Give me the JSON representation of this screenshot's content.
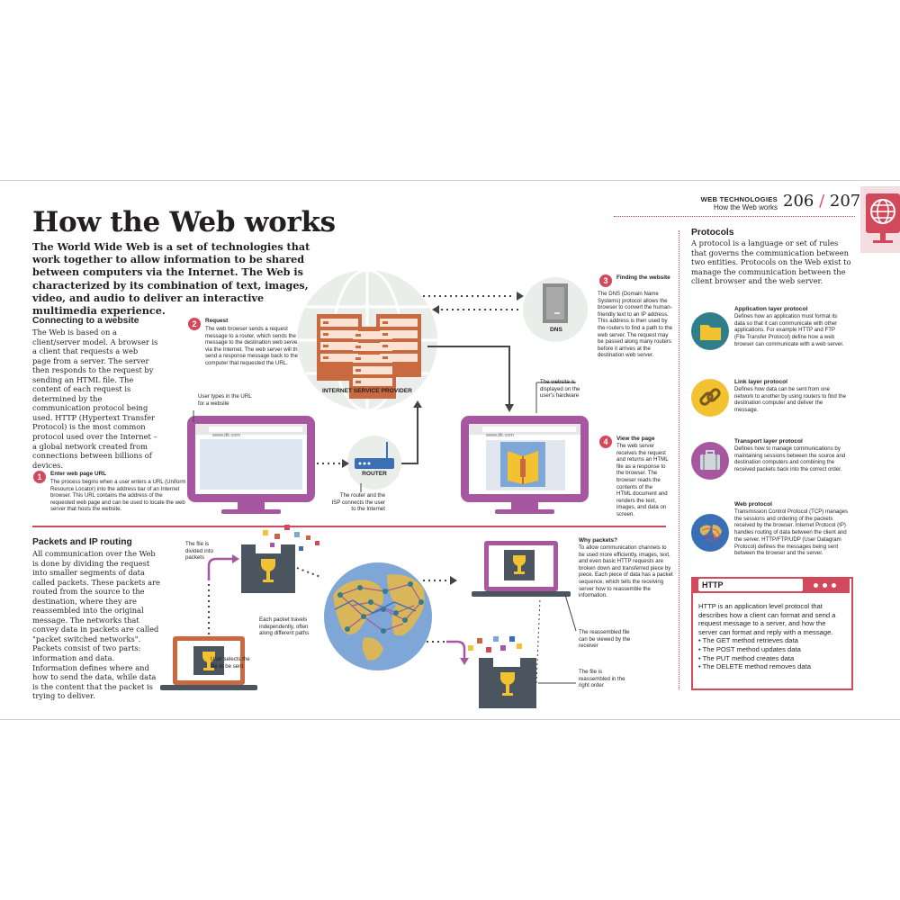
{
  "header": {
    "section": "WEB TECHNOLOGIES",
    "subsection": "How the Web works",
    "page_left": "206",
    "page_sep": "/",
    "page_right": "207"
  },
  "page_title": "How the Web works",
  "intro": "The World Wide Web is a set of technologies that work together to allow information to be shared between computers via the Internet. The Web is characterized by its combination of text, images, video, and audio to deliver an interactive multimedia experience.",
  "connecting": {
    "title": "Connecting to a website",
    "body": "The Web is based on a client/server model. A browser is a client that requests a web page from a server. The server then responds to the request by sending an HTML file. The content of each request is determined by the communication protocol being used. HTTP (Hypertext Transfer Protocol) is the most common protocol used over the Internet – a global network created from connections between billions of devices."
  },
  "steps": [
    {
      "num": "1",
      "title": "Enter web page URL",
      "text": "The process begins when a user enters a URL (Uniform Resource Locator) into the address bar of an Internet browser. This URL contains the address of the requested web page and can be used to locate the web server that hosts the website."
    },
    {
      "num": "2",
      "title": "Request",
      "text": "The web browser sends a request message to a router, which sends the message to the destination web server via the Internet. The web server will then send a response message back to the computer that requested the URL."
    },
    {
      "num": "3",
      "title": "Finding the website",
      "text": "The DNS (Domain Name Systems) protocol allows the browser to convert the human-friendly text to an IP address. This address is then used by the routers to find a path to the web server. The request may be passed along many routers before it arrives at the destination web server."
    },
    {
      "num": "4",
      "title": "View the page",
      "text": "The web server receives the request and returns an HTML file as a response to the browser. The browser reads the contents of the HTML document and renders the text, images, and data on screen."
    }
  ],
  "diagram": {
    "isp_label": "INTERNET SERVICE PROVIDER",
    "dns_label": "DNS",
    "router_label": "ROUTER",
    "url": "www.dk.com",
    "url2": "www.dk.com",
    "note_user_types": "User types in the URL for a website",
    "note_router": "The router and the ISP connects the user to the Internet",
    "note_displayed": "The website is displayed on the user's hardware"
  },
  "packets": {
    "title": "Packets and IP routing",
    "body": "All communication over the Web is done by dividing the request into smaller segments of data called packets. These packets are routed from the source to the destination, where they are reassembled into the original message. The networks that convey data in packets are called \"packet switched networks\". Packets consist of two parts: information and data. Information defines where and how to send the data, while data is the content that the packet is trying to deliver.",
    "note_divided": "The file is divided into packets",
    "note_selects": "User selects the file to be sent",
    "note_travels": "Each packet travels independently, often along different paths",
    "why_title": "Why packets?",
    "why_text": "To allow communication channels to be used more efficiently, images, text, and even basic HTTP requests are broken down and transferred piece by piece. Each piece of data has a packet sequence, which tells the receiving server how to reassemble the information.",
    "note_reassembled_view": "The reassembled file can be viewed by the receiver",
    "note_reassembled_order": "The file is reassembled in the right order"
  },
  "protocols": {
    "title": "Protocols",
    "body": "A protocol is a language or set of rules that governs the communication between two entities. Protocols on the Web exist to manage the communication between the client browser and the web server.",
    "items": [
      {
        "title": "Application layer protocol",
        "text": "Defines how an application must format its data so that it can communicate with other applications. For example HTTP and FTP (File Transfer Protocol) define how a web browser can communicate with a web server.",
        "icon": "folder-icon"
      },
      {
        "title": "Link layer protocol",
        "text": "Defines how data can be sent from one network to another by using routers to find the destination computer and deliver the message.",
        "icon": "chain-link-icon"
      },
      {
        "title": "Transport layer protocol",
        "text": "Defines how to manage communications by maintaining sessions between the source and destination computers and combining the received packets back into the correct order.",
        "icon": "suitcase-icon"
      },
      {
        "title": "Web protocol",
        "text": "Transmission Control Protocol (TCP) manages the sessions and ordering of the packets received by the browser. Internet Protocol (IP) handles routing of data between the client and the server. HTTP/FTP/UDP (User Datagram Protocol) defines the messages being sent between the browser and the server.",
        "icon": "globe-icon"
      }
    ]
  },
  "http_box": {
    "label": "HTTP",
    "text": "HTTP is an application level protocol that describes how a client can format and send a request message to a server, and how the server can format and reply with a message.",
    "bullets": [
      "• The GET method retrieves data",
      "• The POST method updates data",
      "• The PUT method creates data",
      "• The DELETE method removes data"
    ]
  },
  "colors": {
    "accent": "#d1495b",
    "monitor": "#a6579f",
    "server": "#c8693f",
    "globe": "#e9eeea",
    "teal": "#2e7f8a"
  }
}
